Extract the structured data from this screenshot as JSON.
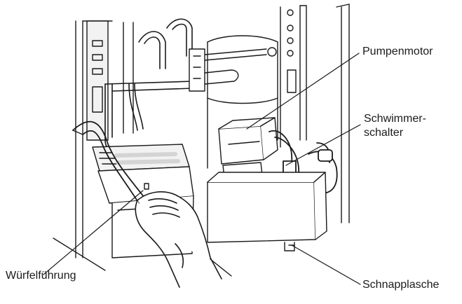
{
  "labels": {
    "pump_motor": "Pumpenmotor",
    "float_switch_line1": "Schwimmer-",
    "float_switch_line2": "schalter",
    "cube_chute": "Würfelführung",
    "snap_tab": "Schnapplasche"
  },
  "colors": {
    "line": "#1a1a1a",
    "fill": "#ffffff",
    "shade": "#f2f2f2",
    "shade_dark": "#d4d4d4"
  }
}
